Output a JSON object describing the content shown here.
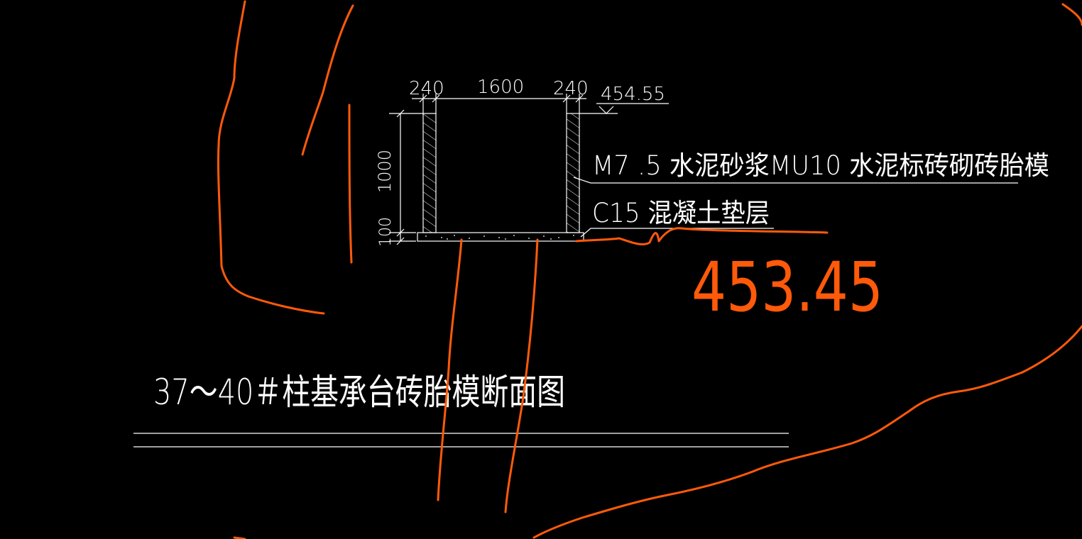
{
  "drawing": {
    "dimensions": {
      "left_wall": "240",
      "inner_width": "1600",
      "right_wall": "240",
      "wall_height": "1000",
      "cushion_thickness": "100"
    },
    "elevation_top": "454.55",
    "annotations": {
      "wall_material": "M7 .5 水泥砂浆MU10 水泥标砖砌砖胎模",
      "cushion_material": "C15 混凝土垫层"
    },
    "title": "37～40＃柱基承台砖胎模断面图"
  },
  "markup": {
    "handwritten_elevation": "453.45",
    "color": "#ff5a0a"
  },
  "colors": {
    "background": "#000000",
    "line": "#ffffff",
    "markup": "#ff5a0a"
  }
}
